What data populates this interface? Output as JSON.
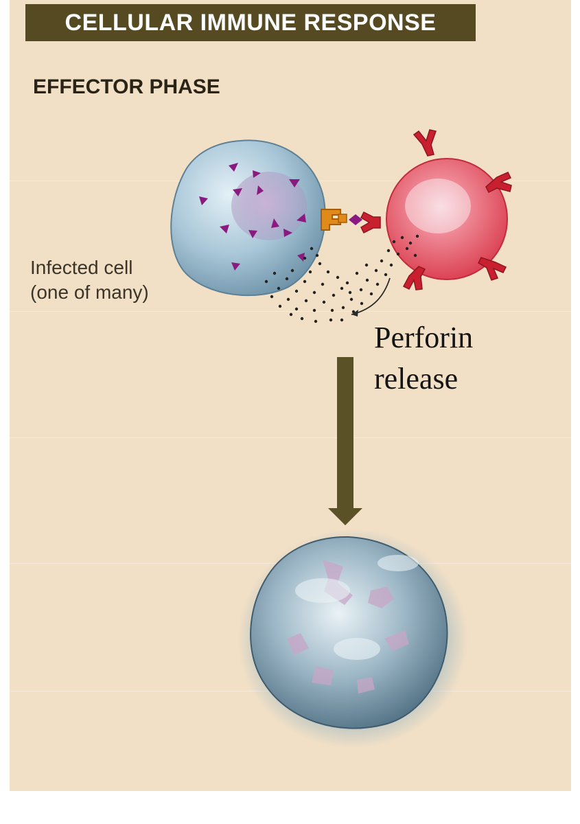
{
  "header": {
    "title": "CELLULAR IMMUNE RESPONSE"
  },
  "phase": {
    "label": "EFFECTOR PHASE"
  },
  "infected_cell": {
    "label_line1": "Infected cell",
    "label_line2": "(one of many)"
  },
  "perforin": {
    "label_line1": "Perforin",
    "label_line2": "release"
  },
  "colors": {
    "title_bar": "#554a22",
    "background": "#f2e0c6",
    "infected_cell": "#a9c7d8",
    "killer_cell": "#e8505e",
    "antigen": "#8a1a80",
    "receptor": "#e08a1a",
    "arrow": "#5b5126"
  }
}
